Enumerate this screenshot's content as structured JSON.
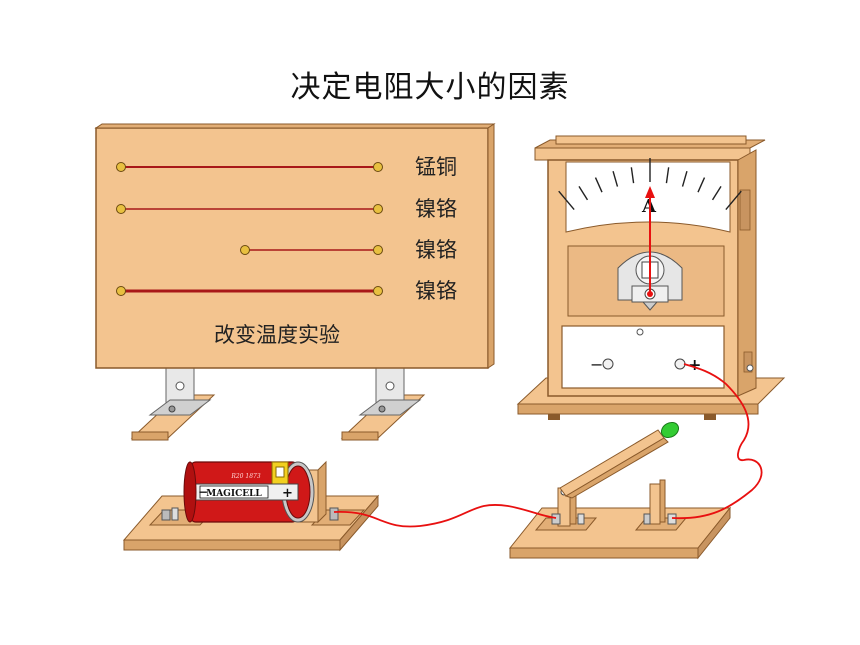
{
  "title": "决定电阻大小的因素",
  "board": {
    "wires": [
      {
        "material": "锰铜"
      },
      {
        "material": "镍铬"
      },
      {
        "material": "镍铬"
      },
      {
        "material": "镍铬"
      }
    ],
    "caption": "改变温度实验"
  },
  "ammeter": {
    "unit_label": "A",
    "terminal_minus": "−",
    "terminal_plus": "+"
  },
  "battery": {
    "brand": "MAGICELL",
    "model_text": "R20 1873",
    "minus": "−",
    "plus": "+"
  },
  "colors": {
    "wood": "#F3C48F",
    "wood_edge": "#8A5A2B",
    "wire_red": "#E81010",
    "battery_red": "#D01818",
    "switch_tip": "#33CC33"
  }
}
